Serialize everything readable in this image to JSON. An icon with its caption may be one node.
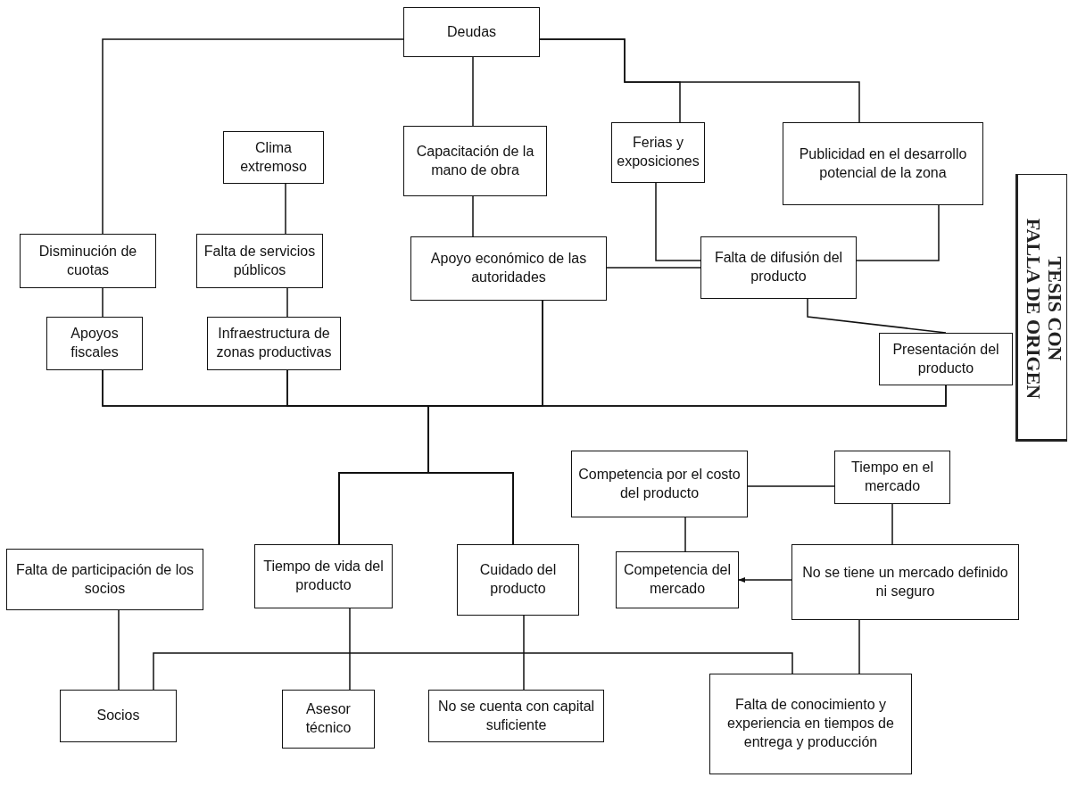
{
  "diagram": {
    "nodes": [
      {
        "text": [
          "Deudas"
        ]
      },
      {
        "text": [
          "Clima extremoso"
        ]
      },
      {
        "text": [
          "Capacitación de la mano de obra"
        ]
      },
      {
        "text": [
          "Ferias y exposiciones"
        ]
      },
      {
        "text": [
          "Publicidad en el desarrollo potencial de la zona"
        ]
      },
      {
        "text": [
          "Disminución de cuotas"
        ]
      },
      {
        "text": [
          "Falta de servicios públicos"
        ]
      },
      {
        "text": [
          "Apoyo económico de las autoridades"
        ]
      },
      {
        "text": [
          "Falta de difusión del producto"
        ]
      },
      {
        "text": [
          "Apoyos fiscales"
        ]
      },
      {
        "text": [
          "Infraestructura de zonas productivas"
        ]
      },
      {
        "text": [
          "Presentación del producto"
        ]
      },
      {
        "text": [
          "Competencia por el costo del producto"
        ]
      },
      {
        "text": [
          "Tiempo en el mercado"
        ]
      },
      {
        "text": [
          "Falta de participación de los socios"
        ]
      },
      {
        "text": [
          "Tiempo de vida del producto"
        ]
      },
      {
        "text": [
          "Cuidado del producto"
        ]
      },
      {
        "text": [
          "Competencia del mercado"
        ]
      },
      {
        "text": [
          "No se tiene un mercado definido ni seguro"
        ]
      },
      {
        "text": [
          "Socios"
        ]
      },
      {
        "text": [
          "Asesor técnico"
        ]
      },
      {
        "text": [
          "No se cuenta con capital suficiente"
        ]
      },
      {
        "text": [
          "Falta de conocimiento y experiencia en tiempos de entrega y producción"
        ]
      }
    ],
    "edges": [
      {
        "from": 0,
        "to": 5,
        "arrow": "none"
      },
      {
        "from": 0,
        "to": 2,
        "arrow": "none"
      },
      {
        "from": 0,
        "to": 3,
        "arrow": "none"
      },
      {
        "from": 0,
        "to": 4,
        "arrow": "none"
      },
      {
        "from": 1,
        "to": 6,
        "arrow": "none"
      },
      {
        "from": 2,
        "to": 7,
        "arrow": "none"
      },
      {
        "from": 3,
        "to": 8,
        "arrow": "none"
      },
      {
        "from": 4,
        "to": 8,
        "arrow": "none"
      },
      {
        "from": 7,
        "to": 8,
        "arrow": "none"
      },
      {
        "from": 5,
        "to": 9,
        "arrow": "none"
      },
      {
        "from": 6,
        "to": 10,
        "arrow": "none"
      },
      {
        "from": 8,
        "to": 11,
        "arrow": "none"
      },
      {
        "from": 9,
        "to": 15,
        "arrow": "none"
      },
      {
        "from": 9,
        "to": 16,
        "arrow": "none"
      },
      {
        "from": 10,
        "to": 15,
        "arrow": "none"
      },
      {
        "from": 10,
        "to": 16,
        "arrow": "none"
      },
      {
        "from": 7,
        "to": 15,
        "arrow": "none"
      },
      {
        "from": 7,
        "to": 16,
        "arrow": "none"
      },
      {
        "from": 11,
        "to": 15,
        "arrow": "none"
      },
      {
        "from": 11,
        "to": 16,
        "arrow": "none"
      },
      {
        "from": 12,
        "to": 13,
        "arrow": "none"
      },
      {
        "from": 12,
        "to": 17,
        "arrow": "none"
      },
      {
        "from": 13,
        "to": 18,
        "arrow": "none"
      },
      {
        "from": 18,
        "to": 17,
        "arrow": "to"
      },
      {
        "from": 18,
        "to": 22,
        "arrow": "none"
      },
      {
        "from": 14,
        "to": 19,
        "arrow": "none"
      },
      {
        "from": 15,
        "to": 20,
        "arrow": "none"
      },
      {
        "from": 16,
        "to": 21,
        "arrow": "none"
      },
      {
        "from": 19,
        "to": 22,
        "arrow": "none"
      }
    ],
    "labels": [
      "TESIS CON",
      "FALLA DE ORIGEN"
    ]
  }
}
